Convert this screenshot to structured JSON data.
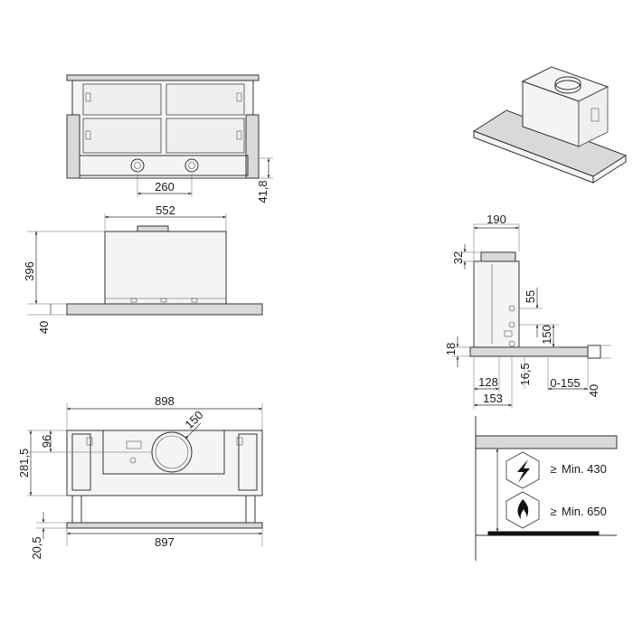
{
  "front_view": {
    "width_label": "260",
    "height_label": "41,8"
  },
  "side_view": {
    "width_label": "552",
    "height_label": "396",
    "base_label": "40"
  },
  "top_view": {
    "overall_width_label": "898",
    "diameter_label": "150",
    "outlet_offset_label": "96",
    "depth_label": "281,5",
    "bottom_width_label": "897",
    "thickness_label": "20,5"
  },
  "section_view": {
    "width_label": "190",
    "top_label": "32",
    "right_label_1": "55",
    "right_label_2": "150",
    "left_label": "18",
    "dim_128": "128",
    "dim_16_5": "16,5",
    "dim_153": "153",
    "travel_label": "0-155",
    "front_label": "40"
  },
  "installation": {
    "electric_distance": "Min. 430",
    "gas_distance": "Min. 650",
    "ge_symbol": "≥"
  },
  "icons": {
    "electric": "lightning-bolt-icon",
    "gas": "flame-icon"
  }
}
